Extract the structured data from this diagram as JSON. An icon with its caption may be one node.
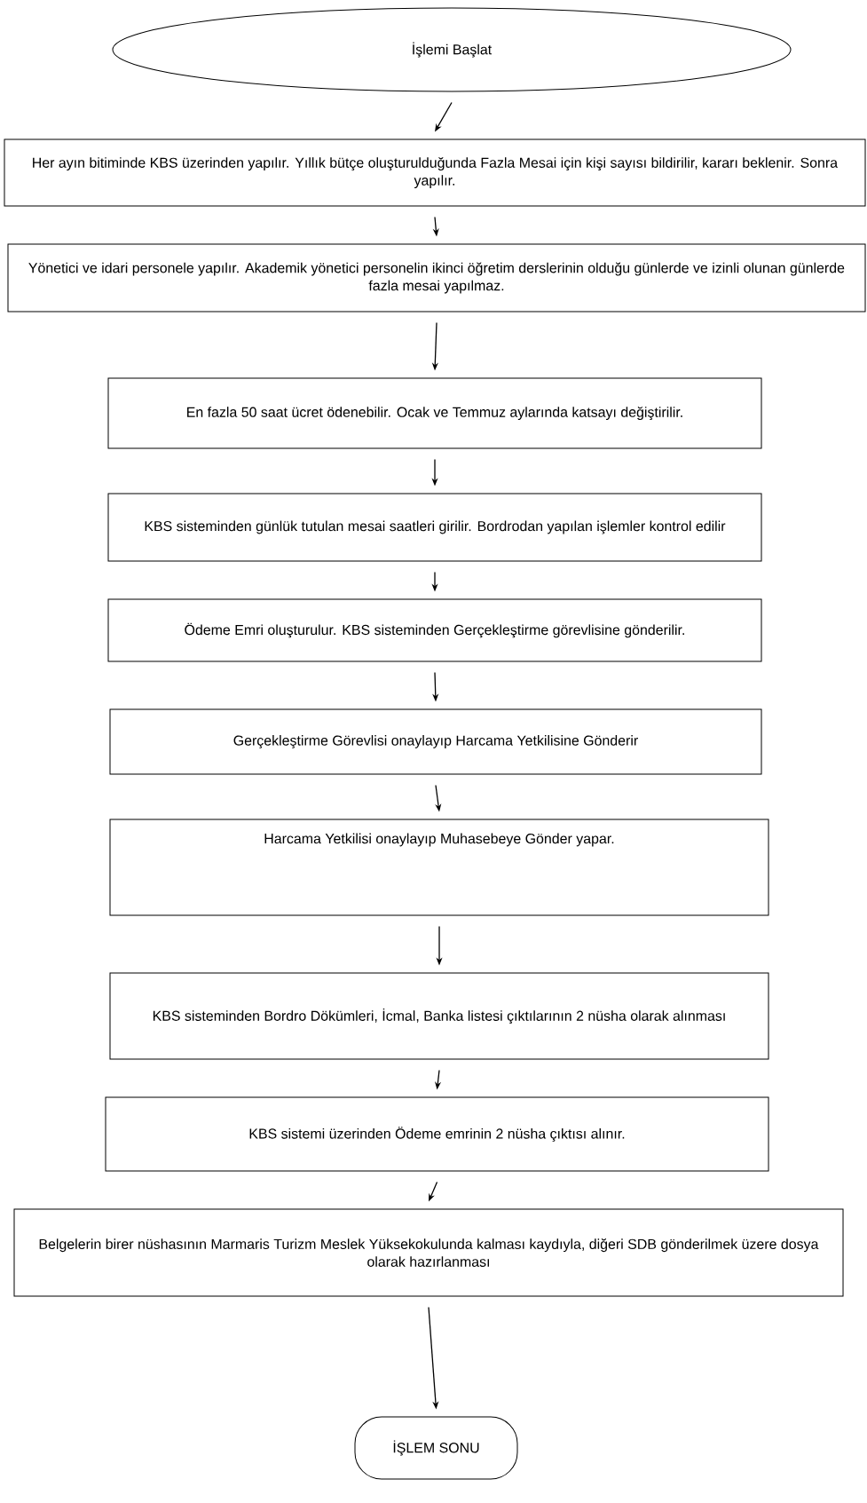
{
  "diagram": {
    "nodes": [
      {
        "text": [
          "İşlemi Başlat"
        ]
      },
      {
        "text": [
          "Her ayın bitiminde KBS üzerinden yapılır. Yıllık bütçe oluşturulduğunda Fazla Mesai için kişi sayısı bildirilir, kararı beklenir. Sonra yapılır."
        ]
      },
      {
        "text": [
          "Yönetici ve idari personele yapılır.  Akademik yönetici personelin ikinci öğretim derslerinin olduğu günlerde ve izinli olunan günlerde fazla mesai yapılmaz."
        ]
      },
      {
        "text": [
          "En fazla 50 saat ücret ödenebilir. Ocak ve Temmuz aylarında katsayı değiştirilir."
        ]
      },
      {
        "text": [
          "KBS sisteminden günlük tutulan mesai saatleri girilir. Bordrodan yapılan işlemler kontrol edilir"
        ]
      },
      {
        "text": [
          "Ödeme Emri oluşturulur. KBS sisteminden Gerçekleştirme görevlisine gönderilir."
        ]
      },
      {
        "text": [
          "Gerçekleştirme Görevlisi onaylayıp Harcama Yetkilisine Gönderir"
        ]
      },
      {
        "text": [
          "Harcama Yetkilisi onaylayıp Muhasebeye Gönder yapar."
        ]
      },
      {
        "text": [
          "KBS sisteminden  Bordro Dökümleri, İcmal, Banka listesi çıktılarının 2 nüsha olarak alınması"
        ]
      },
      {
        "text": [
          "KBS sistemi üzerinden Ödeme emrinin 2 nüsha çıktısı alınır."
        ]
      },
      {
        "text": [
          "Belgelerin birer nüshasının Marmaris Turizm Meslek Yüksekokulunda kalması kaydıyla, diğeri SDB gönderilmek üzere dosya olarak hazırlanması"
        ]
      },
      {
        "text": [
          "İŞLEM SONU"
        ]
      }
    ],
    "edges": [
      {
        "from": 0,
        "to": 1,
        "arrow": "to"
      },
      {
        "from": 1,
        "to": 2,
        "arrow": "to"
      },
      {
        "from": 2,
        "to": 3,
        "arrow": "to"
      },
      {
        "from": 3,
        "to": 4,
        "arrow": "to"
      },
      {
        "from": 4,
        "to": 5,
        "arrow": "to"
      },
      {
        "from": 5,
        "to": 6,
        "arrow": "to"
      },
      {
        "from": 6,
        "to": 7,
        "arrow": "to"
      },
      {
        "from": 7,
        "to": 8,
        "arrow": "to"
      },
      {
        "from": 8,
        "to": 9,
        "arrow": "to"
      },
      {
        "from": 9,
        "to": 10,
        "arrow": "to"
      },
      {
        "from": 10,
        "to": 11,
        "arrow": "to"
      }
    ]
  }
}
